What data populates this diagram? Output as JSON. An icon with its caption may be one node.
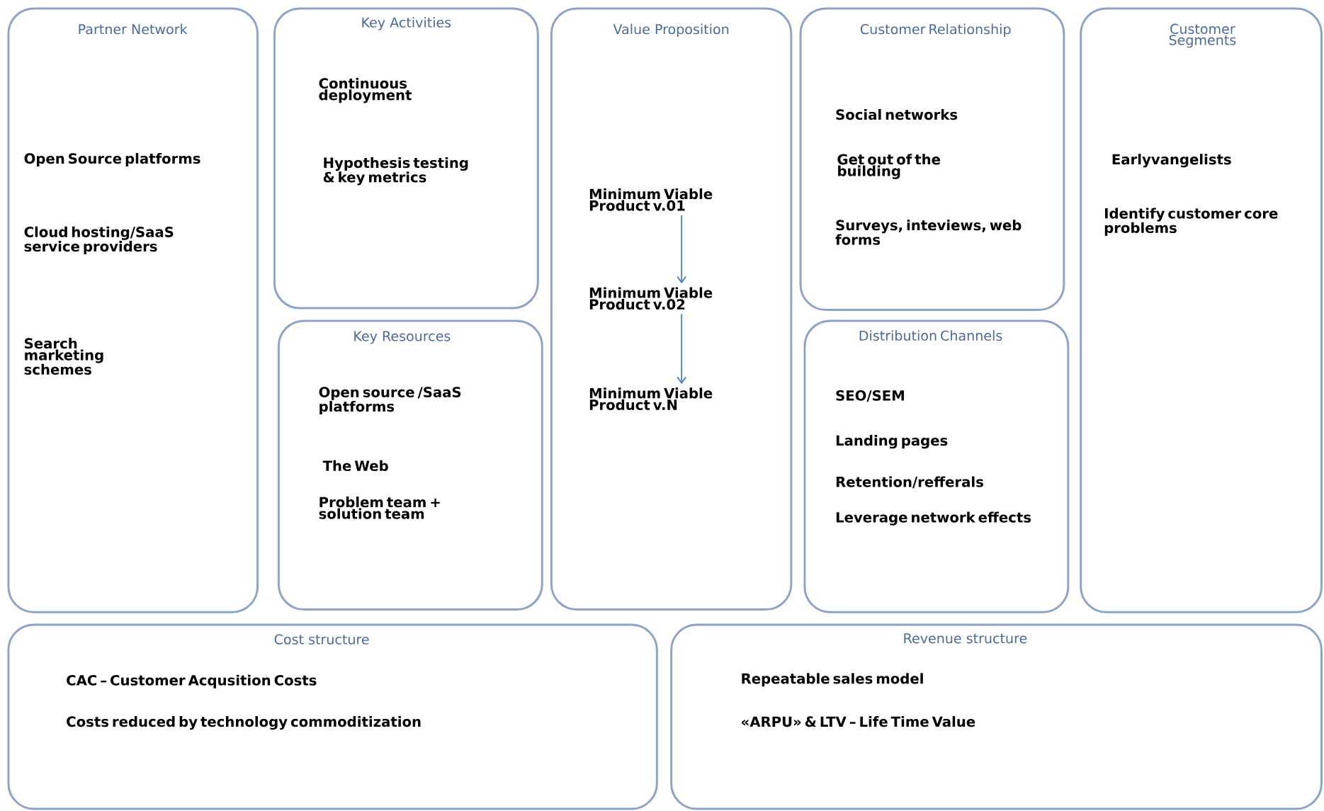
{
  "diagram": {
    "nodes": [
      {
        "text": [
          "Partner Network",
          "Open Source platforms",
          "Cloud hosting/SaaS service providers",
          "Search marketing schemes"
        ]
      },
      {
        "text": [
          "Key Activities",
          "Continuous deployment",
          "Hypothesis testing & key metrics"
        ]
      },
      {
        "text": [
          "Key Resources",
          "Open source /SaaS platforms",
          "The Web",
          "Problem team + solution team"
        ]
      },
      {
        "text": [
          "Value Proposition"
        ]
      },
      {
        "text": [
          "Minimum Viable Product v.01"
        ],
        "in": 3
      },
      {
        "text": [
          "Minimum Viable Product v.02"
        ],
        "in": 3
      },
      {
        "text": [
          "Minimum Viable Product v.N"
        ],
        "in": 3
      },
      {
        "text": [
          "Customer Relationship",
          "Social networks",
          "Get out of the building",
          "Surveys, inteviews, web forms"
        ]
      },
      {
        "text": [
          "Distribution Channels",
          "SEO/SEM",
          "Landing pages",
          "Retention/refferals",
          "Leverage network effects"
        ]
      },
      {
        "text": [
          "Customer Segments",
          "Earlyvangelists",
          "Identify customer core problems"
        ]
      },
      {
        "text": [
          "Cost structure",
          "CAC – Customer Acqusition Costs",
          "Costs reduced by technology commoditization"
        ]
      },
      {
        "text": [
          "Revenue structure",
          "Repeatable sales model",
          "«ARPU» & LTV – Life Time Value"
        ]
      }
    ],
    "edges": [
      {
        "from": 4,
        "to": 5,
        "arrow": "to"
      },
      {
        "from": 5,
        "to": 6,
        "arrow": "to"
      }
    ]
  }
}
